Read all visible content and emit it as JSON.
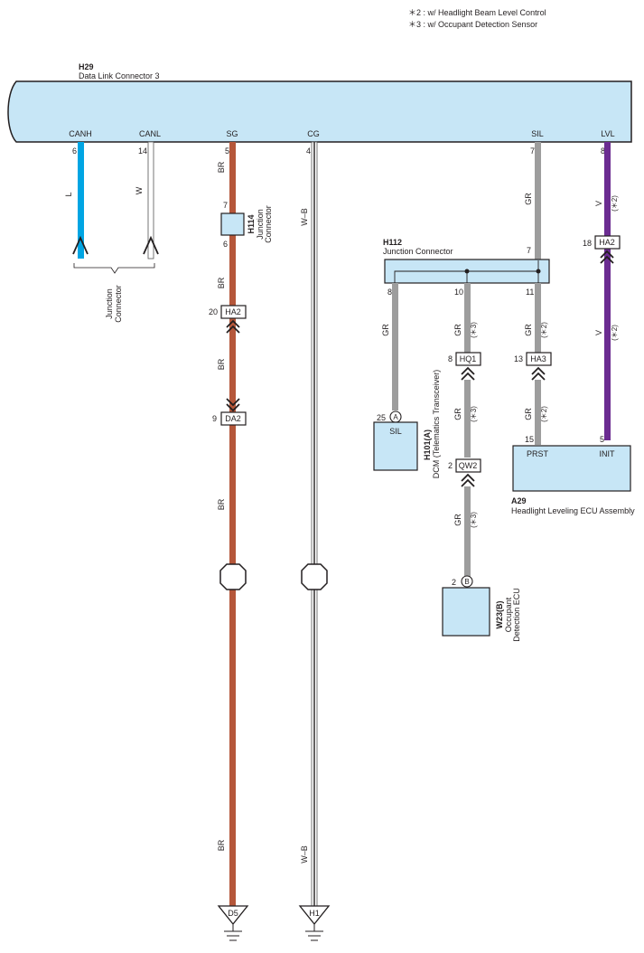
{
  "notes": {
    "note2": "＊2 : w/ Headlight Beam Level Control",
    "note3": "＊3 : w/ Occupant Detection Sensor"
  },
  "dlc": {
    "code": "H29",
    "name": "Data Link Connector 3",
    "pins": {
      "canh": {
        "label": "CANH",
        "num": "6"
      },
      "canl": {
        "label": "CANL",
        "num": "14"
      },
      "sg": {
        "label": "SG",
        "num": "5"
      },
      "cg": {
        "label": "CG",
        "num": "4"
      },
      "sil": {
        "label": "SIL",
        "num": "7"
      },
      "lvl": {
        "label": "LVL",
        "num": "8"
      }
    }
  },
  "wires": {
    "canh": "L",
    "canl": "W",
    "sg_top": "BR",
    "sg_mid1": "BR",
    "sg_mid2": "BR",
    "sg_mid3": "BR",
    "sg_bottom": "BR",
    "cg_top": "W–B",
    "cg_bottom": "W–B",
    "sil_top": "GR",
    "lvl_top": "V",
    "lvl_top_note": "(＊2)",
    "lvl_mid": "V",
    "lvl_mid_note": "(＊2)",
    "h112_8": "GR",
    "h112_10": "GR",
    "h112_10_note": "(＊3)",
    "h112_11": "GR",
    "h112_11_note": "(＊2)",
    "dcm_a": "GR",
    "dcm_a_note": "(＊3)",
    "prst": "GR",
    "prst_note": "(＊2)",
    "occ": "GR",
    "occ_note": "(＊3)"
  },
  "colors": {
    "canh": "#00a5e3",
    "sg": "#b5573a",
    "sil": "#9d9d9d",
    "lvl": "#6b2c91",
    "box_fill": "#c7e6f6"
  },
  "junction_can": {
    "label_line1": "Junction",
    "label_line2": "Connector"
  },
  "h114": {
    "code": "H114",
    "name_line1": "Junction",
    "name_line2": "Connector",
    "pin_top": "7",
    "pin_bottom": "6"
  },
  "h112": {
    "code": "H112",
    "name": "Junction Connector",
    "pin_7": "7",
    "pin_8": "8",
    "pin_10": "10",
    "pin_11": "11"
  },
  "inline": {
    "ha2_sg": {
      "label": "HA2",
      "pin": "20"
    },
    "da2": {
      "label": "DA2",
      "pin": "9"
    },
    "ha2_lvl": {
      "label": "HA2",
      "pin": "18"
    },
    "hq1": {
      "label": "HQ1",
      "pin": "8"
    },
    "ha3": {
      "label": "HA3",
      "pin": "13"
    },
    "qw2": {
      "label": "QW2",
      "pin": "2"
    }
  },
  "dcm": {
    "code": "H101(A)",
    "name": "DCM (Telematics Transceiver)",
    "pin_num": "25",
    "pin_circle": "A",
    "pin_label": "SIL"
  },
  "occupant": {
    "code": "W23(B)",
    "name_line1": "Occupant",
    "name_line2": "Detection ECU",
    "pin_num": "2",
    "pin_circle": "B"
  },
  "a29": {
    "code": "A29",
    "name": "Headlight Leveling ECU Assembly",
    "pin_prst": "PRST",
    "pin_prst_num": "15",
    "pin_init": "INIT",
    "pin_init_num": "5"
  },
  "grounds": {
    "d5": "D5",
    "h1": "H1"
  }
}
